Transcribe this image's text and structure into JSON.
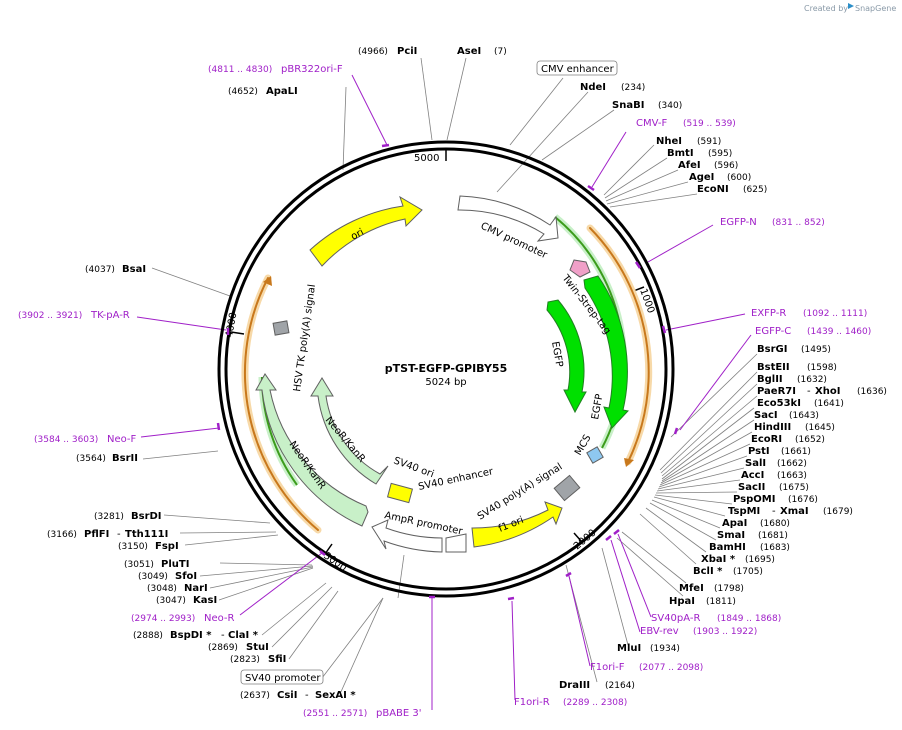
{
  "credit": {
    "created_by": "Created by",
    "app_name": "SnapGene"
  },
  "plasmid": {
    "name": "pTST-EGFP-GPIBY55",
    "length": "5024 bp"
  },
  "ticks": [
    "5000",
    "1000",
    "2000",
    "3000",
    "4000"
  ],
  "colors": {
    "yellow": "#ffff00",
    "green": "#00e000",
    "light_green": "#c8f0c8",
    "orange": "#e6a23c",
    "gray": "#a0a4a8",
    "blue": "#8ec8f0",
    "pink": "#f0a0c8",
    "primer": "#a020c8"
  },
  "boxed_labels": {
    "cmv_enhancer": "CMV enhancer",
    "sv40_promoter": "SV40 promoter"
  },
  "features": {
    "cmv_promoter": "CMV promoter",
    "twin_strep": "Twin-Strep-tag",
    "egfp_inner": "EGFP",
    "egfp_outer": "EGFP",
    "mcs": "MCS",
    "sv40_polya": "SV40 poly(A) signal",
    "f1_ori": "f1 ori",
    "ampr_promoter": "AmpR promoter",
    "sv40_ori": "SV40 ori",
    "sv40_enhancer": "SV40 enhancer",
    "neor_inner": "NeoR/KanR",
    "neor_outer": "NeoR/KanR",
    "hsv_tk": "HSV TK poly(A) signal",
    "ori": "ori"
  },
  "enzymes_right": [
    {
      "name": "NdeI",
      "pos": "(234)"
    },
    {
      "name": "SnaBI",
      "pos": "(340)"
    },
    {
      "name": "NheI",
      "pos": "(591)"
    },
    {
      "name": "BmtI",
      "pos": "(595)"
    },
    {
      "name": "AfeI",
      "pos": "(596)"
    },
    {
      "name": "AgeI",
      "pos": "(600)"
    },
    {
      "name": "EcoNI",
      "pos": "(625)"
    },
    {
      "name": "BsrGI",
      "pos": "(1495)"
    },
    {
      "name": "BstEII",
      "pos": "(1598)"
    },
    {
      "name": "BglII",
      "pos": "(1632)"
    },
    {
      "name": "PaeR7I",
      "name2": "XhoI",
      "pos": "(1636)"
    },
    {
      "name": "Eco53kI",
      "pos": "(1641)"
    },
    {
      "name": "SacI",
      "pos": "(1643)"
    },
    {
      "name": "HindIII",
      "pos": "(1645)"
    },
    {
      "name": "EcoRI",
      "pos": "(1652)"
    },
    {
      "name": "PstI",
      "pos": "(1661)"
    },
    {
      "name": "SalI",
      "pos": "(1662)"
    },
    {
      "name": "AccI",
      "pos": "(1663)"
    },
    {
      "name": "SacII",
      "pos": "(1675)"
    },
    {
      "name": "PspOMI",
      "pos": "(1676)"
    },
    {
      "name": "TspMI",
      "name2": "XmaI",
      "pos": "(1679)"
    },
    {
      "name": "ApaI",
      "pos": "(1680)"
    },
    {
      "name": "SmaI",
      "pos": "(1681)"
    },
    {
      "name": "BamHI",
      "pos": "(1683)"
    },
    {
      "name": "XbaI *",
      "pos": "(1695)"
    },
    {
      "name": "BclI *",
      "pos": "(1705)"
    },
    {
      "name": "MfeI",
      "pos": "(1798)"
    },
    {
      "name": "HpaI",
      "pos": "(1811)"
    },
    {
      "name": "MluI",
      "pos": "(1934)"
    },
    {
      "name": "DraIII",
      "pos": "(2164)"
    }
  ],
  "enzymes_left": [
    {
      "name": "PciI",
      "pos": "(4966)"
    },
    {
      "name": "AseI",
      "pos": "(7)"
    },
    {
      "name": "ApaLI",
      "pos": "(4652)"
    },
    {
      "name": "BsaI",
      "pos": "(4037)"
    },
    {
      "name": "BsrDI",
      "pos": "(3281)"
    },
    {
      "name": "PflFI",
      "name2": "Tth111I",
      "pos": "(3166)"
    },
    {
      "name": "FspI",
      "pos": "(3150)"
    },
    {
      "name": "PluTI",
      "pos": "(3051)"
    },
    {
      "name": "SfoI",
      "pos": "(3049)"
    },
    {
      "name": "NarI",
      "pos": "(3048)"
    },
    {
      "name": "KasI",
      "pos": "(3047)"
    },
    {
      "name": "BspDI *",
      "name2": "ClaI *",
      "pos": "(2888)"
    },
    {
      "name": "StuI",
      "pos": "(2869)"
    },
    {
      "name": "SfiI",
      "pos": "(2823)"
    },
    {
      "name": "CsiI",
      "name2": "SexAI *",
      "pos": "(2637)"
    },
    {
      "name": "BsrII",
      "pos": "(3564)"
    }
  ],
  "primers": [
    {
      "name": "pBR322ori-F",
      "pos": "(4811 .. 4830)"
    },
    {
      "name": "CMV-F",
      "pos": "(519 .. 539)"
    },
    {
      "name": "EGFP-N",
      "pos": "(831 .. 852)"
    },
    {
      "name": "EXFP-R",
      "pos": "(1092 .. 1111)"
    },
    {
      "name": "EGFP-C",
      "pos": "(1439 .. 1460)"
    },
    {
      "name": "TK-pA-R",
      "pos": "(3902 .. 3921)"
    },
    {
      "name": "Neo-F",
      "pos": "(3584 .. 3603)"
    },
    {
      "name": "Neo-R",
      "pos": "(2974 .. 2993)"
    },
    {
      "name": "SV40pA-R",
      "pos": "(1849 .. 1868)"
    },
    {
      "name": "EBV-rev",
      "pos": "(1903 .. 1922)"
    },
    {
      "name": "F1ori-F",
      "pos": "(2077 .. 2098)"
    },
    {
      "name": "F1ori-R",
      "pos": "(2289 .. 2308)"
    },
    {
      "name": "pBABE 3'",
      "pos": "(2551 .. 2571)"
    }
  ]
}
